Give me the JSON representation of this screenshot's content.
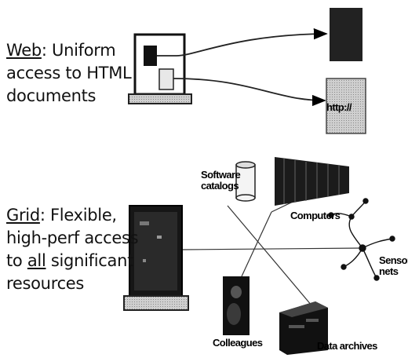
{
  "web": {
    "keyword": "Web",
    "rest_line1": ": Uniform",
    "line2": "access to HTML",
    "line3": "documents",
    "url_text": "http://"
  },
  "grid": {
    "keyword": "Grid",
    "rest_line1": ": Flexible,",
    "line2": "high-perf access",
    "line3_pre": "to ",
    "line3_kw": "all",
    "line3_post": " significant",
    "line4": "resources"
  },
  "resources": {
    "software": [
      "Software",
      "catalogs"
    ],
    "computers": "Computers",
    "sensor": [
      "Sensor",
      "nets"
    ],
    "colleagues": "Colleagues",
    "data_archives": "Data archives"
  }
}
